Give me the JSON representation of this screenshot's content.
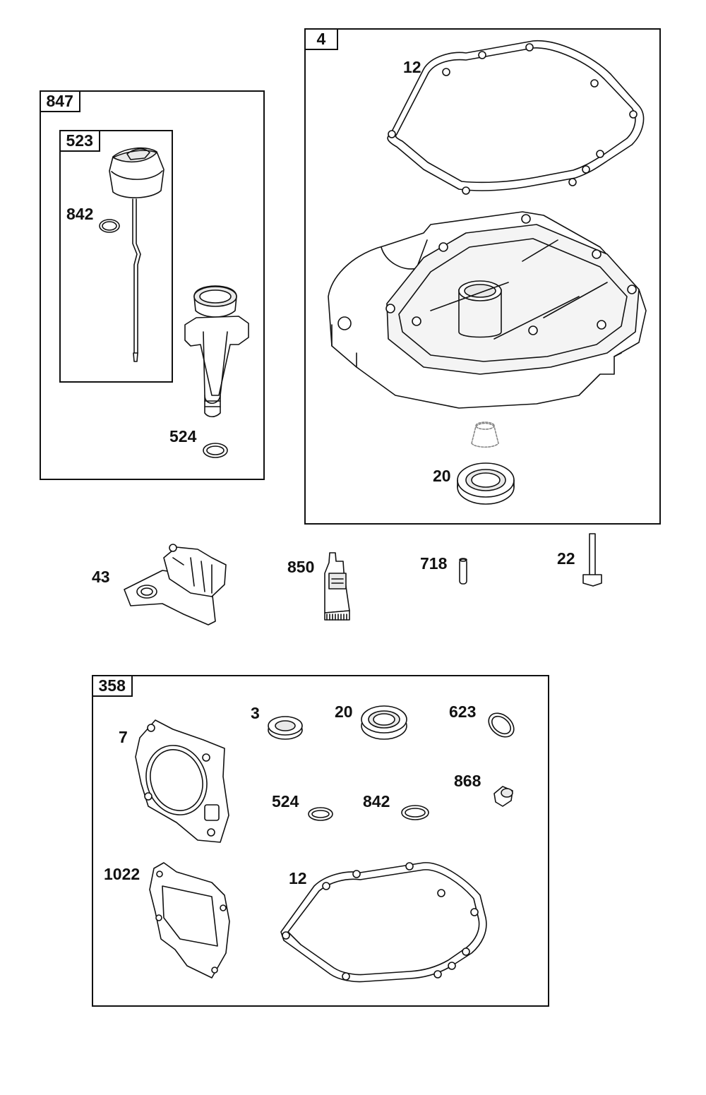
{
  "kits": {
    "k847": {
      "ref": "847"
    },
    "k523": {
      "ref": "523"
    },
    "k4": {
      "ref": "4"
    },
    "k358": {
      "ref": "358"
    }
  },
  "callouts": {
    "p12_top": "12",
    "p842_top": "842",
    "p524_top": "524",
    "p20_top": "20",
    "p43": "43",
    "p850": "850",
    "p718": "718",
    "p22": "22",
    "p3": "3",
    "p20_kit": "20",
    "p623": "623",
    "p7": "7",
    "p868": "868",
    "p524_kit": "524",
    "p842_kit": "842",
    "p1022": "1022",
    "p12_kit": "12"
  },
  "colors": {
    "line": "#111111",
    "background": "#ffffff",
    "fill_shade": "#e9e9e9"
  }
}
